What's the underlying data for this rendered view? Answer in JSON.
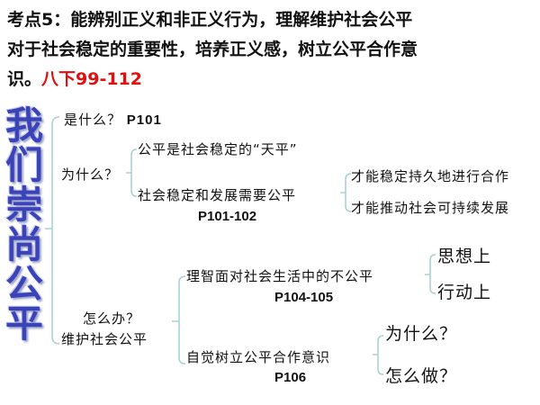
{
  "header": {
    "line1": "考点5：能辨别正义和非正义行为，理解维护社会公平",
    "line2": "对于社会稳定的重要性，培养正义感，树立公平合作意",
    "line3": "识。",
    "ref": "八下99-112"
  },
  "title_chars": [
    "我",
    "们",
    "崇",
    "尚",
    "公",
    "平"
  ],
  "what": {
    "label": "是什么？",
    "ref": "P101"
  },
  "why": {
    "label": "为什么？",
    "item1": "公平是社会稳定的“天平”",
    "item2": "社会稳定和发展需要公平",
    "ref": "P101-102",
    "sub1": "才能稳定持久地进行合作",
    "sub2": "才能推动社会可持续发展"
  },
  "how": {
    "label1": "怎么办？",
    "label2": "维护社会公平",
    "item1": "理智面对社会生活中的不公平",
    "item1_ref": "P104-105",
    "item1_sub1": "思想上",
    "item1_sub2": "行动上",
    "item2": "自觉树立公平合作意识",
    "item2_ref": "P106",
    "item2_sub1": "为什么？",
    "item2_sub2": "怎么做？"
  },
  "colors": {
    "bracket": "#a9d3d3",
    "title": "#3a43b8",
    "ref": "#e01010"
  }
}
